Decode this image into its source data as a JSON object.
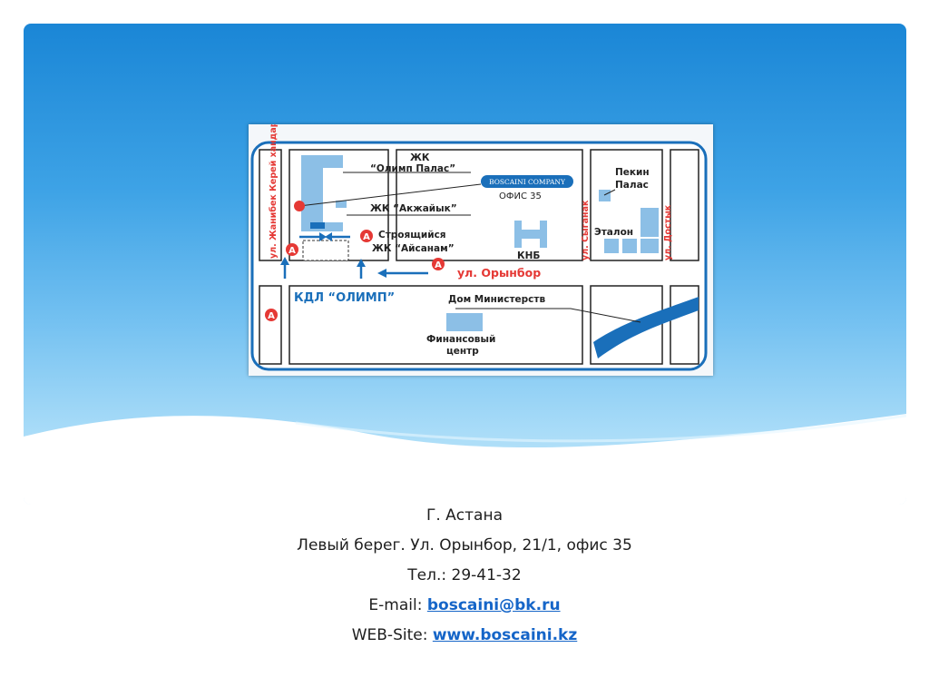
{
  "colors": {
    "banner_top": "#1a86d6",
    "banner_bottom": "#c9ebfb",
    "map_road_blue": "#1a6fba",
    "marker_red": "#e53935",
    "building_blue": "#8cbfe6",
    "link_blue": "#1565c8"
  },
  "map": {
    "streets": {
      "zhanibek": "ул. Жанибек Керей хандар",
      "syganak": "ул. Сыганак",
      "dostyk": "ул. Достык",
      "orynbor": "ул. Орынбор"
    },
    "labels": {
      "zhk": "ЖК",
      "olimp_palace": "“Олимп Палас”",
      "akzhaiyk": "ЖК “Акжайык”",
      "building1": "Строящийся",
      "aisanam": "ЖК “Айсанам”",
      "knb": "КНБ",
      "beijing1": "Пекин",
      "beijing2": "Палас",
      "etalon": "Эталон",
      "kdl": "КДЛ “ОЛИМП”",
      "ministries": "Дом Министерств",
      "financial1": "Финансовый",
      "financial2": "центр"
    },
    "company_badge": "BOSCAINI COMPANY",
    "office_label": "ОФИС 35",
    "bus_stop_letter": "A",
    "icons": [
      "bus-stop-icon",
      "location-pin-icon",
      "direction-arrow-icon"
    ]
  },
  "contacts": {
    "city": "Г. Астана",
    "address": "Левый берег. Ул. Орынбор, 21/1, офис 35",
    "phone": "Тел.: 29-41-32",
    "email_label": "E-mail: ",
    "email": "boscaini@bk.ru",
    "web_label": "WEB-Site: ",
    "web": "www.boscaini.kz"
  }
}
